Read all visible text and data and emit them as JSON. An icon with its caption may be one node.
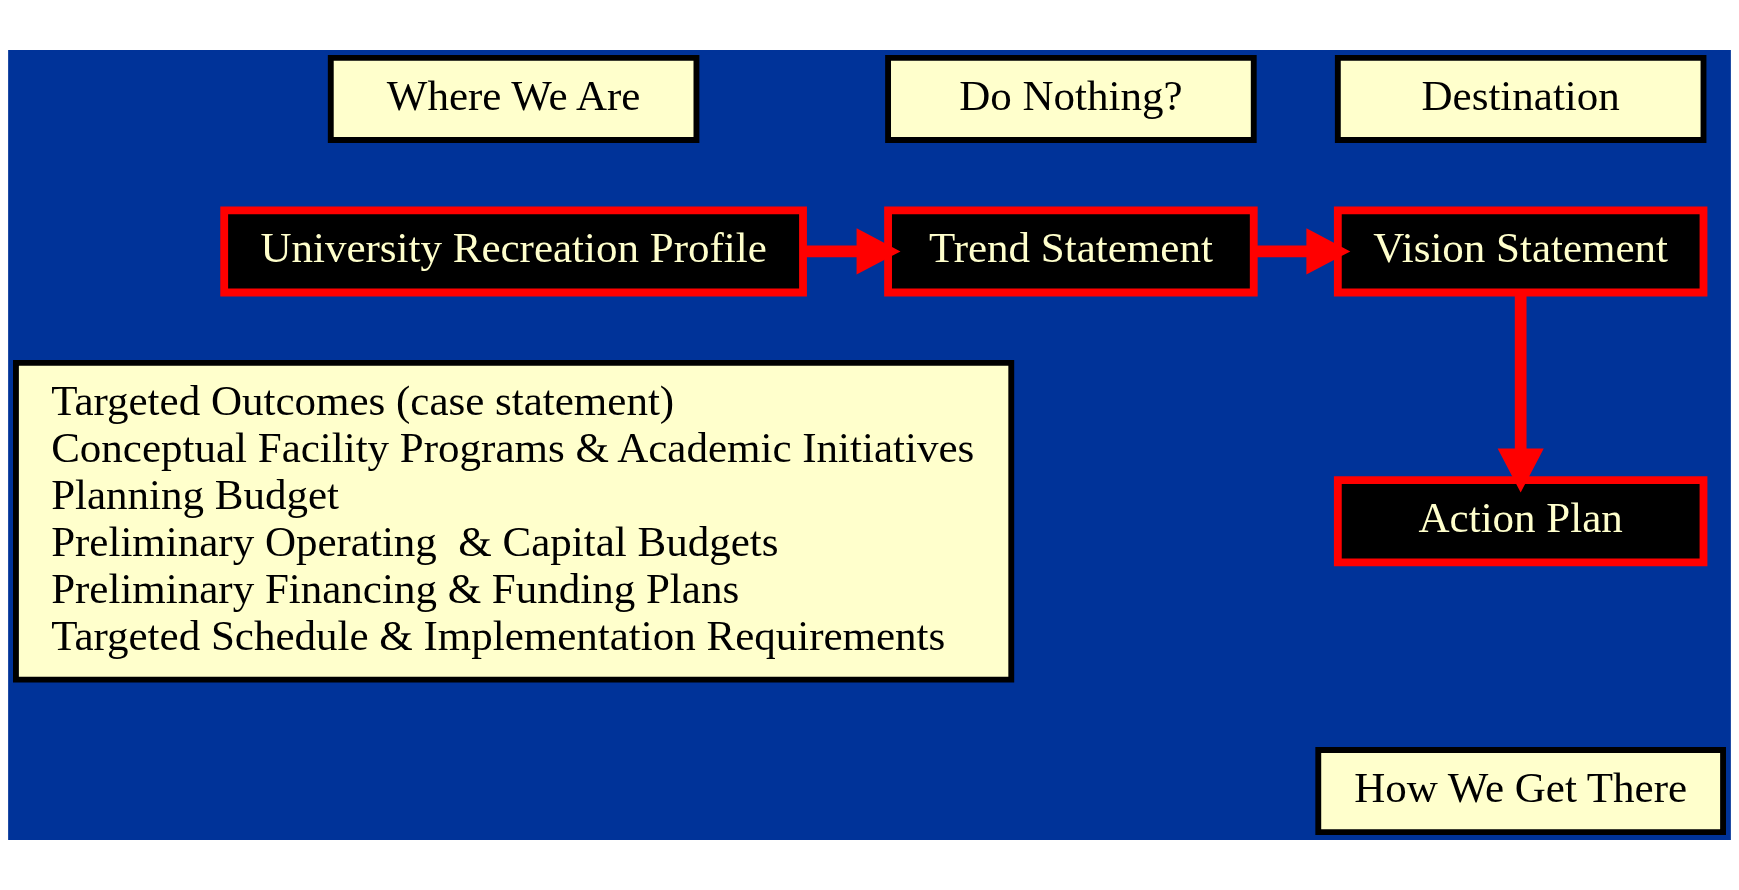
{
  "diagram": {
    "nodes": [
      {
        "text": [
          "Where We Are"
        ]
      },
      {
        "text": [
          "University Recreation Profile"
        ]
      },
      {
        "text": [
          "Do Nothing?"
        ]
      },
      {
        "text": [
          "Trend Statement"
        ]
      },
      {
        "text": [
          "Destination"
        ]
      },
      {
        "text": [
          "Vision Statement"
        ]
      },
      {
        "text": [
          "Action Plan"
        ]
      },
      {
        "text": [
          "How We Get There"
        ]
      },
      {
        "text": [
          "Targeted Outcomes (case statement)",
          "Conceptual Facility Programs & Academic Initiatives",
          "Planning Budget",
          "Preliminary Operating  & Capital Budgets",
          "Preliminary Financing & Funding Plans",
          "Targeted Schedule & Implementation Requirements"
        ]
      }
    ],
    "edges": [
      {
        "from": 1,
        "to": 3,
        "arrow": "to"
      },
      {
        "from": 3,
        "to": 5,
        "arrow": "to"
      },
      {
        "from": 5,
        "to": 6,
        "arrow": "to"
      }
    ]
  }
}
